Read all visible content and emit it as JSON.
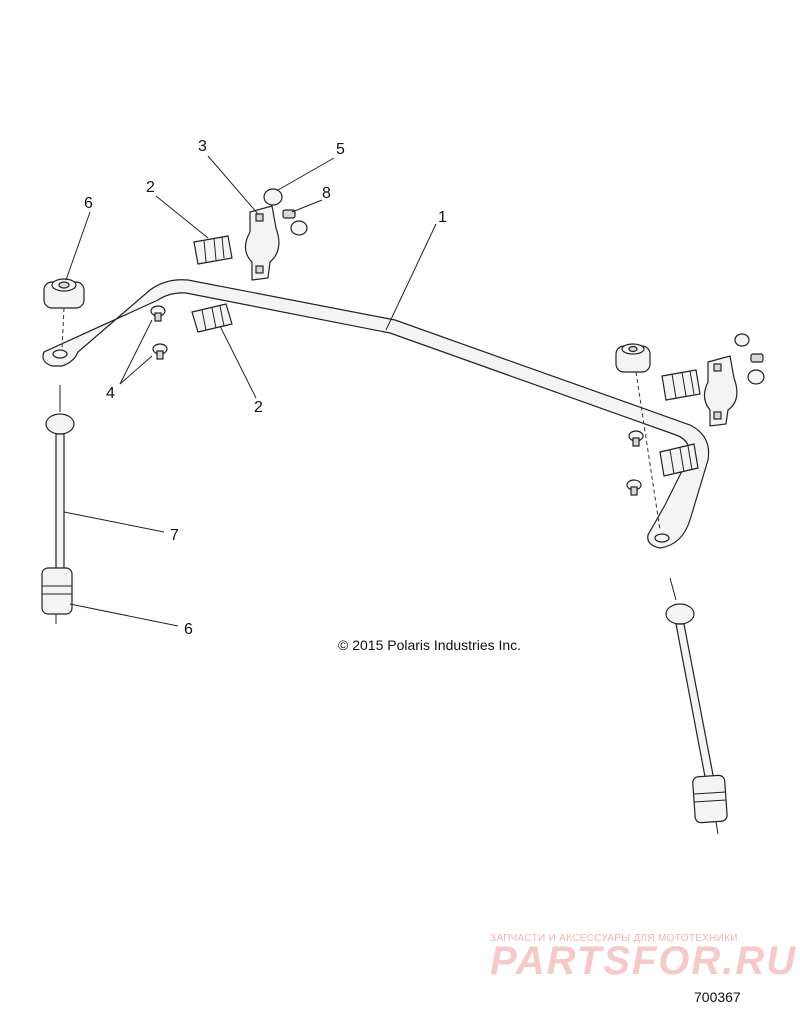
{
  "callouts": {
    "c1": "1",
    "c2a": "2",
    "c2b": "2",
    "c3": "3",
    "c4": "4",
    "c5": "5",
    "c6a": "6",
    "c6b": "6",
    "c7": "7",
    "c8": "8"
  },
  "copyright": "© 2015 Polaris Industries Inc.",
  "part_number": "700367",
  "watermark": {
    "tagline": "ЗАПЧАСТИ И АКСЕССУАРЫ ДЛЯ МОТОТЕХНИКИ",
    "brand": "PARTSFOR.RU"
  },
  "colors": {
    "line": "#222222",
    "watermark": "#f6c9c9"
  }
}
